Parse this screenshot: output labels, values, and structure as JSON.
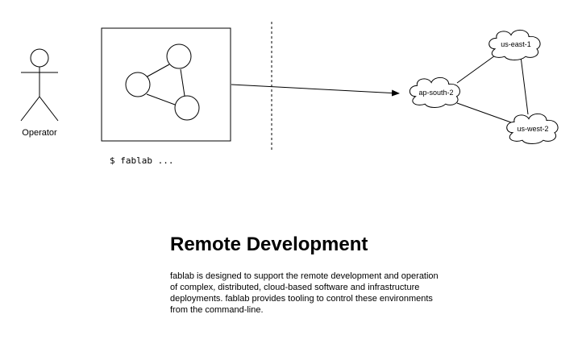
{
  "actor": {
    "label": "Operator"
  },
  "command": {
    "text": "$ fablab ..."
  },
  "regions": [
    {
      "name": "us-east-1"
    },
    {
      "name": "ap-south-2"
    },
    {
      "name": "us-west-2"
    }
  ],
  "heading": "Remote Development",
  "description": "fablab is designed to support the remote development and operation of complex, distributed, cloud-based software and infrastructure deployments. fablab provides tooling to control these environments from the command-line."
}
